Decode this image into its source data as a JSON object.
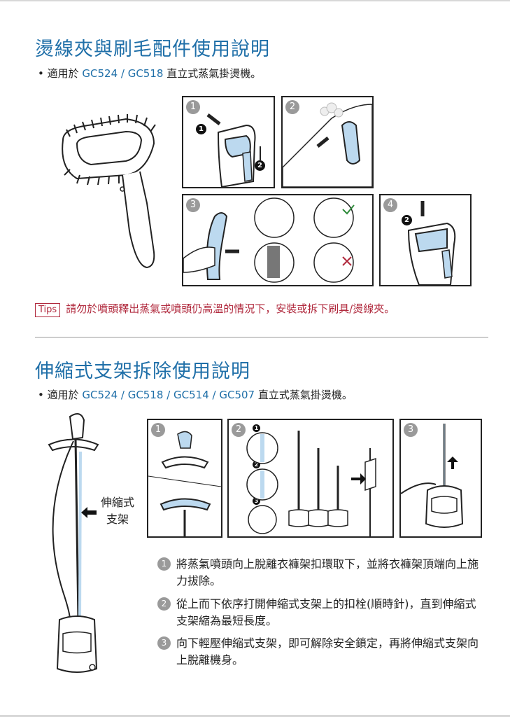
{
  "section1": {
    "title": "燙線夾與刷毛配件使用說明",
    "applies_prefix": "• 適用於 ",
    "models": "GC524 / GC518",
    "applies_suffix": " 直立式蒸氣掛燙機。",
    "panel_numbers": [
      "1",
      "2",
      "3",
      "4"
    ],
    "inner_numbers": [
      "1",
      "2",
      "2",
      "1"
    ],
    "tips_tag": "Tips",
    "tips_text": "請勿於噴頭釋出蒸氣或噴頭仍高溫的情況下，安裝或拆下刷具/燙線夾。"
  },
  "section2": {
    "title": "伸縮式支架拆除使用說明",
    "applies_prefix": "• 適用於 ",
    "models": "GC524 / GC518 / GC514 / GC507",
    "applies_suffix": " 直立式蒸氣掛燙機。",
    "pole_label_line1": "伸縮式",
    "pole_label_line2": "支架",
    "panel_numbers": [
      "1",
      "2",
      "3"
    ],
    "inner_numbers": [
      "1",
      "2",
      "3"
    ],
    "steps": [
      {
        "num": "1",
        "text": "將蒸氣噴頭向上脫離衣褲架扣環取下，並將衣褲架頂端向上施力拔除。"
      },
      {
        "num": "2",
        "text": "從上而下依序打開伸縮式支架上的扣栓(順時針)，直到伸縮式支架縮為最短長度。"
      },
      {
        "num": "3",
        "text": "向下輕壓伸縮式支架，即可解除安全鎖定，再將伸縮式支架向上脫離機身。"
      }
    ]
  },
  "colors": {
    "accent": "#1f6fa8",
    "warning": "#b0283c",
    "light_blue": "#bcd9ef",
    "gray_badge": "#9a9a9a"
  }
}
